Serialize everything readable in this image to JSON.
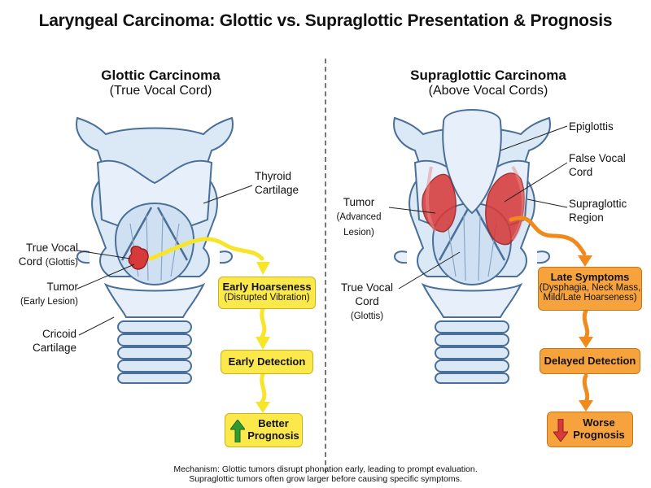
{
  "title": "Laryngeal Carcinoma: Glottic vs. Supraglottic Presentation & Prognosis",
  "left": {
    "title": "Glottic Carcinoma",
    "subtitle": "(True Vocal Cord)",
    "labels": {
      "thyroid_1": "Thyroid",
      "thyroid_2": "Cartilage",
      "vocal_1": "True Vocal",
      "vocal_2": "Cord",
      "vocal_3": "(Glottis)",
      "tumor_1": "Tumor",
      "tumor_2": "(Early Lesion)",
      "cricoid_1": "Cricoid",
      "cricoid_2": "Cartilage"
    },
    "flow": {
      "box1_title": "Early Hoarseness",
      "box1_sub": "(Disrupted Vibration)",
      "box2_title": "Early Detection",
      "box3_line1": "Better",
      "box3_line2": "Prognosis"
    }
  },
  "right": {
    "title": "Supraglottic Carcinoma",
    "subtitle": "(Above Vocal Cords)",
    "labels": {
      "epiglottis": "Epiglottis",
      "false_1": "False Vocal",
      "false_2": "Cord",
      "supra_1": "Supraglottic",
      "supra_2": "Region",
      "tumor_1": "Tumor",
      "tumor_2": "(Advanced",
      "tumor_3": "Lesion)",
      "vocal_1": "True Vocal",
      "vocal_2": "Cord",
      "vocal_3": "(Glottis)"
    },
    "flow": {
      "box1_title": "Late Symptoms",
      "box1_sub_1": "(Dysphagia, Neck Mass,",
      "box1_sub_2": "Mild/Late Hoarseness)",
      "box2_title": "Delayed Detection",
      "box3_line1": "Worse",
      "box3_line2": "Prognosis"
    }
  },
  "mechanism": {
    "line1": "Mechanism: Glottic tumors disrupt phonation early, leading to prompt evaluation.",
    "line2": "Supraglottic tumors often grow larger before causing specific symptoms."
  },
  "colors": {
    "anatomy_fill": "#dbe9f7",
    "anatomy_stroke": "#4a6f98",
    "tumor": "#d63a3a",
    "yellow_flow": "#f7e52a",
    "orange_flow": "#f08a1c",
    "up_arrow": "#2f9a2f",
    "down_arrow": "#d63a3a"
  },
  "icons": [
    "up-arrow-icon",
    "down-arrow-icon"
  ]
}
